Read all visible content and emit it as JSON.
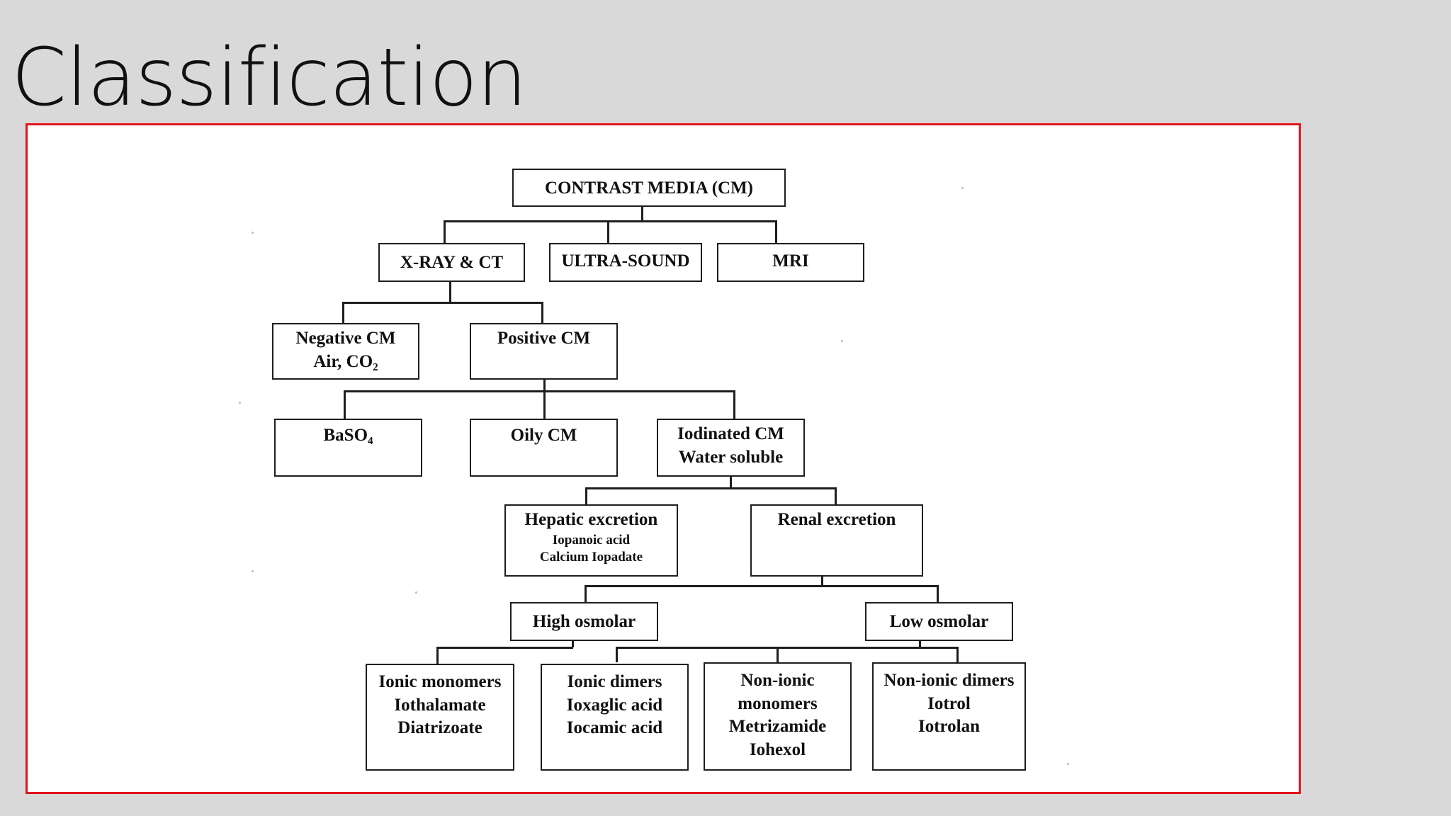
{
  "slide": {
    "title": "Classification"
  },
  "diagram": {
    "root": "CONTRAST MEDIA (CM)",
    "modalities": {
      "xray": "X-RAY & CT",
      "ultrasound": "ULTRA-SOUND",
      "mri": "MRI"
    },
    "negative": {
      "line1": "Negative CM",
      "line2": "Air, CO₂"
    },
    "positive": "Positive CM",
    "baso4": "BaSO₄",
    "oily": "Oily CM",
    "iodinated": {
      "line1": "Iodinated CM",
      "line2": "Water soluble"
    },
    "hepatic": {
      "line1": "Hepatic excretion",
      "line2": "Iopanoic acid",
      "line3": "Calcium Iopadate"
    },
    "renal": "Renal excretion",
    "high_osmolar": "High osmolar",
    "low_osmolar": "Low osmolar",
    "ionic_monomers": {
      "line1": "Ionic monomers",
      "line2": "Iothalamate",
      "line3": "Diatrizoate"
    },
    "ionic_dimers": {
      "line1": "Ionic dimers",
      "line2": "Ioxaglic acid",
      "line3": "Iocamic acid"
    },
    "nonionic_monomers": {
      "line1": "Non-ionic",
      "line2": "monomers",
      "line3": "Metrizamide",
      "line4": "Iohexol"
    },
    "nonionic_dimers": {
      "line1": "Non-ionic dimers",
      "line2": "Iotrol",
      "line3": "Iotrolan"
    }
  },
  "colors": {
    "background": "#d9d9d9",
    "frame_border": "#e0151c",
    "ink": "#1e1e1e"
  }
}
